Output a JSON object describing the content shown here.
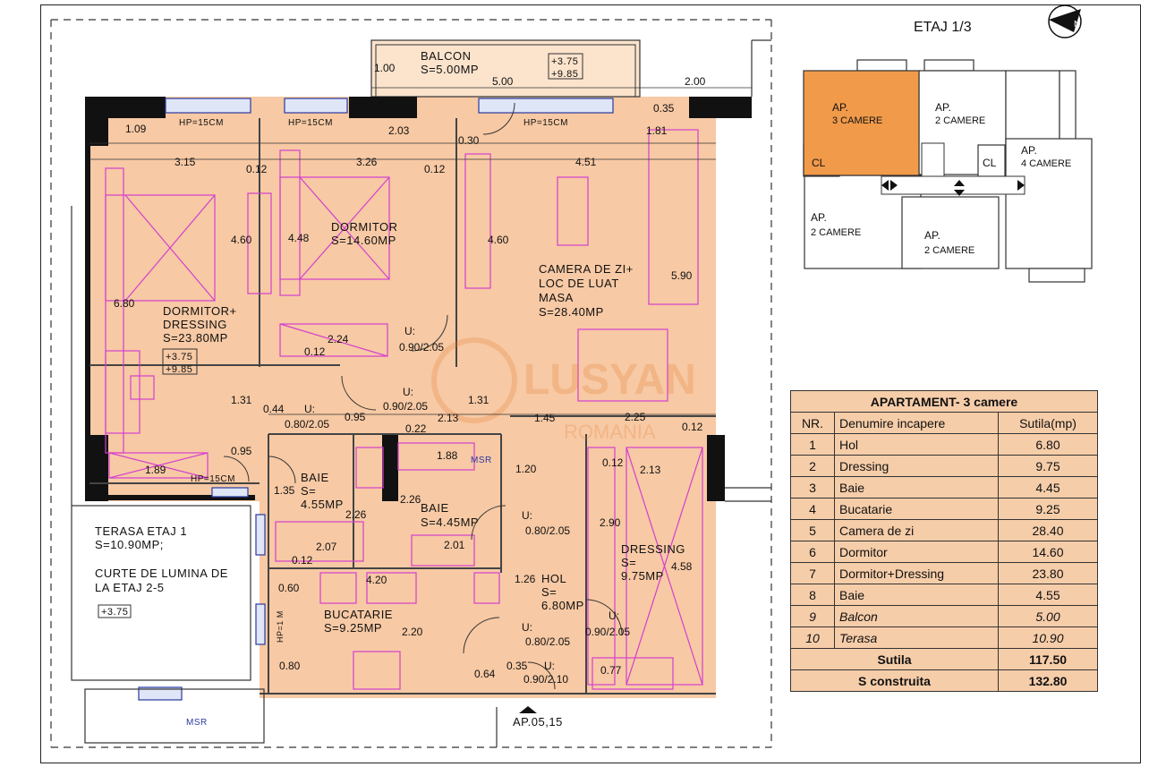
{
  "keyplan": {
    "title": "ETAJ 1/3",
    "units": [
      {
        "l1": "AP.",
        "l2": "3 CAMERE"
      },
      {
        "l1": "AP.",
        "l2": "2 CAMERE"
      },
      {
        "l1": "AP.",
        "l2": "4 CAMERE"
      },
      {
        "l1": "AP.",
        "l2": "2 CAMERE"
      },
      {
        "l1": "AP.",
        "l2": "2 CAMERE"
      }
    ],
    "cl": [
      "CL",
      "CL"
    ],
    "compass": "N"
  },
  "table": {
    "title": "APARTAMENT- 3 camere",
    "headers": [
      "NR.",
      "Denumire incapere",
      "Sutila(mp)"
    ],
    "rows": [
      {
        "nr": "1",
        "name": "Hol",
        "area": "6.80"
      },
      {
        "nr": "2",
        "name": "Dressing",
        "area": "9.75"
      },
      {
        "nr": "3",
        "name": "Baie",
        "area": "4.45"
      },
      {
        "nr": "4",
        "name": "Bucatarie",
        "area": "9.25"
      },
      {
        "nr": "5",
        "name": "Camera de zi",
        "area": "28.40"
      },
      {
        "nr": "6",
        "name": "Dormitor",
        "area": "14.60"
      },
      {
        "nr": "7",
        "name": "Dormitor+Dressing",
        "area": "23.80"
      },
      {
        "nr": "8",
        "name": "Baie",
        "area": "4.55"
      },
      {
        "nr": "9",
        "name": "Balcon",
        "area": "5.00"
      },
      {
        "nr": "10",
        "name": "Terasa",
        "area": "10.90"
      }
    ],
    "sutila_label": "Sutila",
    "sutila_value": "117.50",
    "sconstr_label": "S construita",
    "sconstr_value": "132.80"
  },
  "plan": {
    "balcon": {
      "name": "BALCON",
      "area": "S=5.00MP",
      "lvl1": "+3.75",
      "lvl2": "+9.85"
    },
    "dormitor_dressing": {
      "l1": "DORMITOR+",
      "l2": "DRESSING",
      "area": "S=23.80MP",
      "lvl1": "+3.75",
      "lvl2": "+9.85"
    },
    "dormitor": {
      "name": "DORMITOR",
      "area": "S=14.60MP"
    },
    "camera_zi": {
      "l1": "CAMERA DE ZI+",
      "l2": "LOC DE LUAT",
      "l3": "MASA",
      "area": "S=28.40MP"
    },
    "baie1": {
      "name": "BAIE",
      "area": "S=",
      "area2": "4.55MP"
    },
    "baie2": {
      "name": "BAIE",
      "area": "S=4.45MP"
    },
    "dressing": {
      "name": "DRESSING",
      "area": "S=",
      "area2": "9.75MP"
    },
    "hol": {
      "name": "HOL",
      "area": "S=",
      "area2": "6.80MP"
    },
    "bucatarie": {
      "name": "BUCATARIE",
      "area": "S=9.25MP"
    },
    "terasa": {
      "l1": "TERASA ETAJ 1",
      "l2": "S=10.90MP;",
      "l3": "CURTE DE LUMINA DE",
      "l4": "LA ETAJ 2-5",
      "lvl": "+3.75"
    },
    "entrance": "AP.05,15",
    "msr": "MSR",
    "hp15": "HP=15CM",
    "hp1": "HP=1 M",
    "watermark1": "LUSYAN",
    "watermark2": "ROMANIA",
    "doors": [
      "U:",
      "0.90/2.05",
      "0.80/2.05",
      "0.80/2.05",
      "0.80/2.05",
      "0.90/2.05",
      "0.90/2.10",
      "0.90/2.05"
    ],
    "dims": [
      "1.00",
      "5.00",
      "2.00",
      "0.35",
      "1.09",
      "2.03",
      "0.30",
      "1.81",
      "3.15",
      "0.12",
      "3.26",
      "0.12",
      "4.51",
      "4.60",
      "4.48",
      "4.60",
      "5.90",
      "6.80",
      "2.24",
      "0.12",
      "1.31",
      "0.44",
      "0.95",
      "0.22",
      "2.13",
      "1.45",
      "2.25",
      "0.12",
      "1.31",
      "0.95",
      "1.88",
      "1.20",
      "1.89",
      "1.35",
      "2.26",
      "2.26",
      "0.12",
      "2.13",
      "2.90",
      "4.58",
      "2.07",
      "2.01",
      "0.12",
      "4.20",
      "0.60",
      "1.26",
      "2.20",
      "0.80",
      "0.64",
      "0.35",
      "0.77"
    ]
  }
}
